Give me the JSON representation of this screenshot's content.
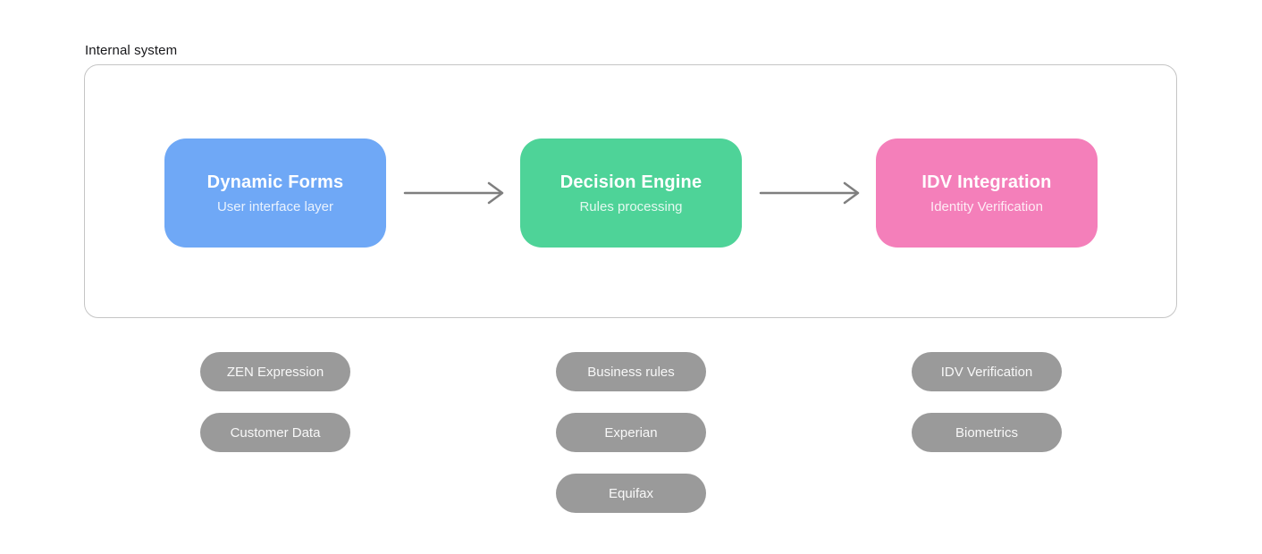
{
  "diagram": {
    "group_label": "Internal system",
    "nodes": [
      {
        "id": "dynamic-forms",
        "title": "Dynamic Forms",
        "subtitle": "User interface layer",
        "color": "#6FA8F6"
      },
      {
        "id": "decision-engine",
        "title": "Decision Engine",
        "subtitle": "Rules processing",
        "color": "#4ED398"
      },
      {
        "id": "idv-integration",
        "title": "IDV Integration",
        "subtitle": "Identity Verification",
        "color": "#F47FBA"
      }
    ],
    "connections": [
      {
        "from": "Dynamic Forms",
        "to": "Decision Engine"
      },
      {
        "from": "Decision Engine",
        "to": "IDV Integration"
      }
    ],
    "tag_columns": [
      {
        "under": "dynamic-forms",
        "tags": [
          "ZEN Expression",
          "Customer Data"
        ]
      },
      {
        "under": "decision-engine",
        "tags": [
          "Business rules",
          "Experian",
          "Equifax"
        ]
      },
      {
        "under": "idv-integration",
        "tags": [
          "IDV Verification",
          "Biometrics"
        ]
      }
    ],
    "colors": {
      "tag_background": "#9A9A9A",
      "arrow": "#7f7f7f",
      "container_border": "#c5c5c5"
    }
  }
}
